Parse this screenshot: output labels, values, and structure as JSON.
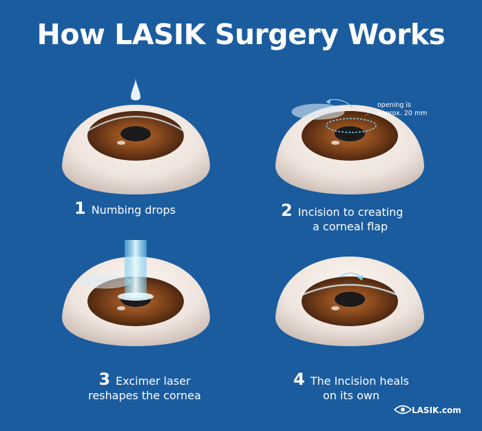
{
  "title": "How LASIK Surgery Works",
  "steps": [
    {
      "number": "1",
      "text": "Numbing drops"
    },
    {
      "number": "2",
      "text_line1": "Incision to creating",
      "text_line2": "a corneal flap"
    },
    {
      "number": "3",
      "text_line1": "Excimer laser",
      "text_line2": "reshapes the cornea"
    },
    {
      "number": "4",
      "text_line1": "The Incision heals",
      "text_line2": "on its own"
    }
  ],
  "callout": {
    "line1": "opening is",
    "line2": "approx. 20 mm"
  },
  "brand": "LASIK.com",
  "colors": {
    "background": "#1b5c9f",
    "iris": "#8a4a1e",
    "eye_white": "#f3ebe6",
    "laser": "#9fe3ff"
  }
}
